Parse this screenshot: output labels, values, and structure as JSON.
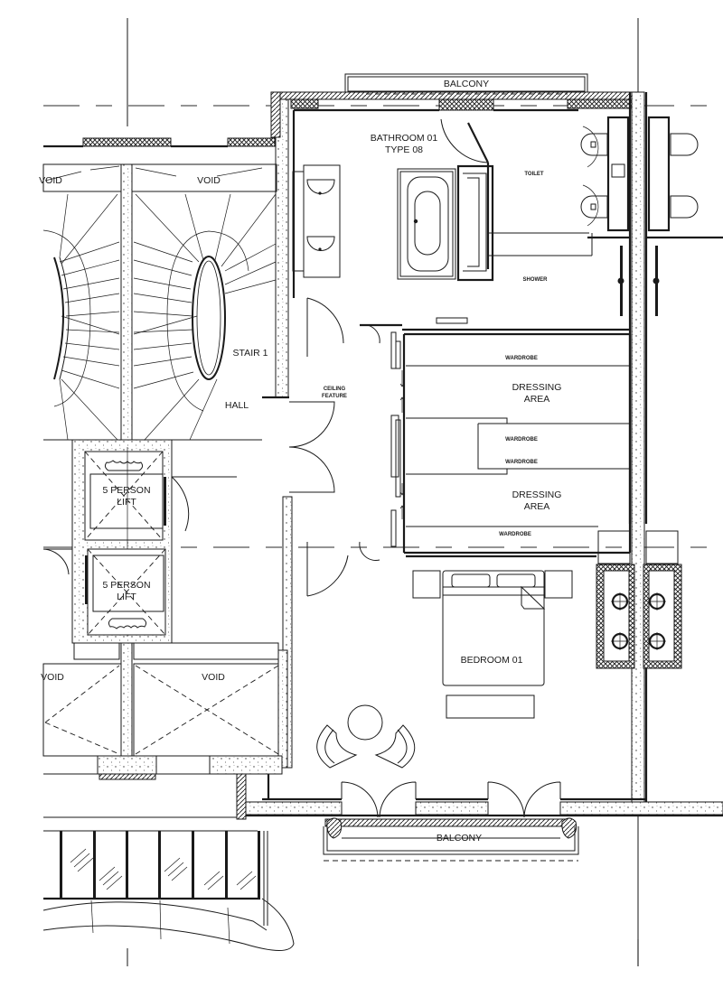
{
  "drawing": {
    "type": "architectural floor plan",
    "colors": {
      "ink": "#1a1a1a",
      "paper": "#ffffff"
    }
  },
  "rooms": {
    "balcony_top": "BALCONY",
    "bathroom_line1": "BATHROOM 01",
    "bathroom_line2": "TYPE 08",
    "toilet": "TOILET",
    "shower": "SHOWER",
    "void_top_left": "VOID",
    "void_top_right": "VOID",
    "stair": "STAIR 1",
    "hall": "HALL",
    "ceiling_line1": "CEILING",
    "ceiling_line2": "FEATURE",
    "wardrobe_1": "WARDROBE",
    "dressing_1_line1": "DRESSING",
    "dressing_1_line2": "AREA",
    "wardrobe_2": "WARDROBE",
    "wardrobe_3": "WARDROBE",
    "dressing_2_line1": "DRESSING",
    "dressing_2_line2": "AREA",
    "wardrobe_4": "WARDROBE",
    "lift_1_line1": "5 PERSON",
    "lift_1_line2": "LIFT",
    "lift_2_line1": "5 PERSON",
    "lift_2_line2": "LIFT",
    "void_bottom_left": "VOID",
    "void_bottom_right": "VOID",
    "bedroom": "BEDROOM 01",
    "balcony_bottom": "BALCONY"
  },
  "icons": {
    "bathtub": "bathtub-icon",
    "basin": "basin-icon",
    "wc": "toilet-icon",
    "bed": "bed-icon",
    "armchair": "armchair-icon",
    "side_table": "round-table-icon",
    "lift_car": "lift-icon",
    "door_swing": "door-icon",
    "riser_pipe": "pipe-icon"
  }
}
